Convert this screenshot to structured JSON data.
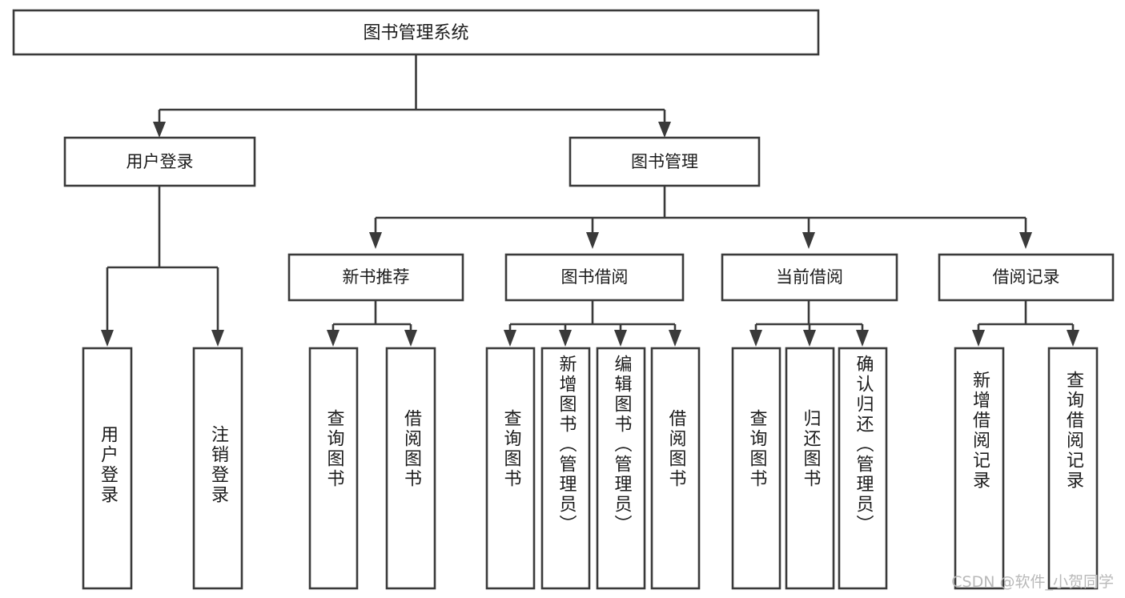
{
  "diagram": {
    "title": "图书管理系统",
    "type": "tree-hierarchy",
    "watermark": "CSDN @软件_小贺同学",
    "style": {
      "box_fill": "#ffffff",
      "box_stroke": "#3a3a3a",
      "text_color": "#1c1c1c",
      "watermark_color": "#b9b9b9",
      "background": "#ffffff"
    },
    "root": {
      "label": "图书管理系统"
    },
    "level2": [
      {
        "label": "用户登录"
      },
      {
        "label": "图书管理"
      }
    ],
    "level3": [
      {
        "label": "新书推荐"
      },
      {
        "label": "图书借阅"
      },
      {
        "label": "当前借阅"
      },
      {
        "label": "借阅记录"
      }
    ],
    "leaves": {
      "user_login": [
        {
          "label": "用户登录"
        },
        {
          "label": "注销登录"
        }
      ],
      "new_book_recommend": [
        {
          "label": "查询图书"
        },
        {
          "label": "借阅图书"
        }
      ],
      "book_borrow": [
        {
          "label": "查询图书"
        },
        {
          "label": "新增图书（管理员）"
        },
        {
          "label": "编辑图书（管理员）"
        },
        {
          "label": "借阅图书"
        }
      ],
      "current_borrow": [
        {
          "label": "查询图书"
        },
        {
          "label": "归还图书"
        },
        {
          "label": "确认归还（管理员）"
        }
      ],
      "borrow_record": [
        {
          "label": "新增借阅记录"
        },
        {
          "label": "查询借阅记录"
        }
      ]
    }
  }
}
